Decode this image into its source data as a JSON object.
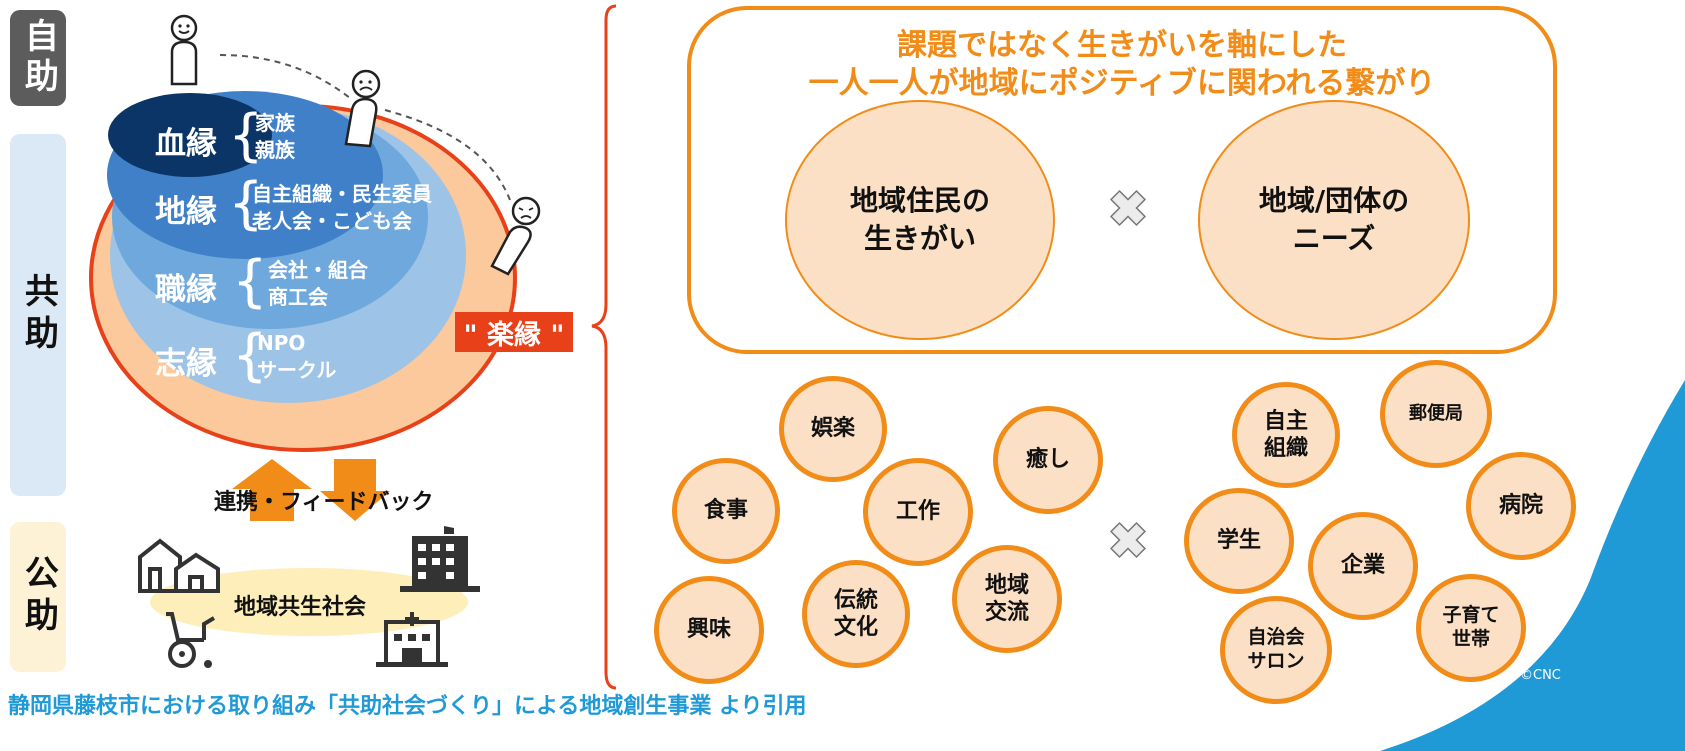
{
  "side_labels": {
    "jijo": "自助",
    "kyojo": "共助",
    "kojo": "公助"
  },
  "ties": [
    {
      "label": "血縁",
      "items": "家族\n親族"
    },
    {
      "label": "地縁",
      "items": "自主組織・民生委員\n老人会・こども会"
    },
    {
      "label": "職縁",
      "items": "会社・組合\n商工会"
    },
    {
      "label": "志縁",
      "items": "NPO\nサークル"
    }
  ],
  "rakuen_label": "\" 楽縁 \"",
  "feedback_label": "連携・フィードバック",
  "community_label": "地域共生社会",
  "headline": {
    "line1": "課題ではなく生きがいを軸にした",
    "line2": "一人一人が地域にポジティブに関われる繋がり"
  },
  "core_circles": {
    "left": "地域住民の\n生きがい",
    "right": "地域/団体の\nニーズ"
  },
  "ikigai_bubbles": [
    "娯楽",
    "癒し",
    "食事",
    "工作",
    "伝統\n文化",
    "地域\n交流",
    "興味"
  ],
  "needs_bubbles": [
    "自主\n組織",
    "郵便局",
    "病院",
    "学生",
    "企業",
    "自治会\nサロン",
    "子育て\n世帯"
  ],
  "copyright": "©CNC",
  "footer_caption": "静岡県藤枝市における取り組み「共助社会づくり」による地域創生事業 より引用",
  "colors": {
    "orange": "#f28c18",
    "bubble_fill": "#fbe0c6",
    "rakuen_red": "#e8411a",
    "caption_blue": "#1f9ad6"
  }
}
